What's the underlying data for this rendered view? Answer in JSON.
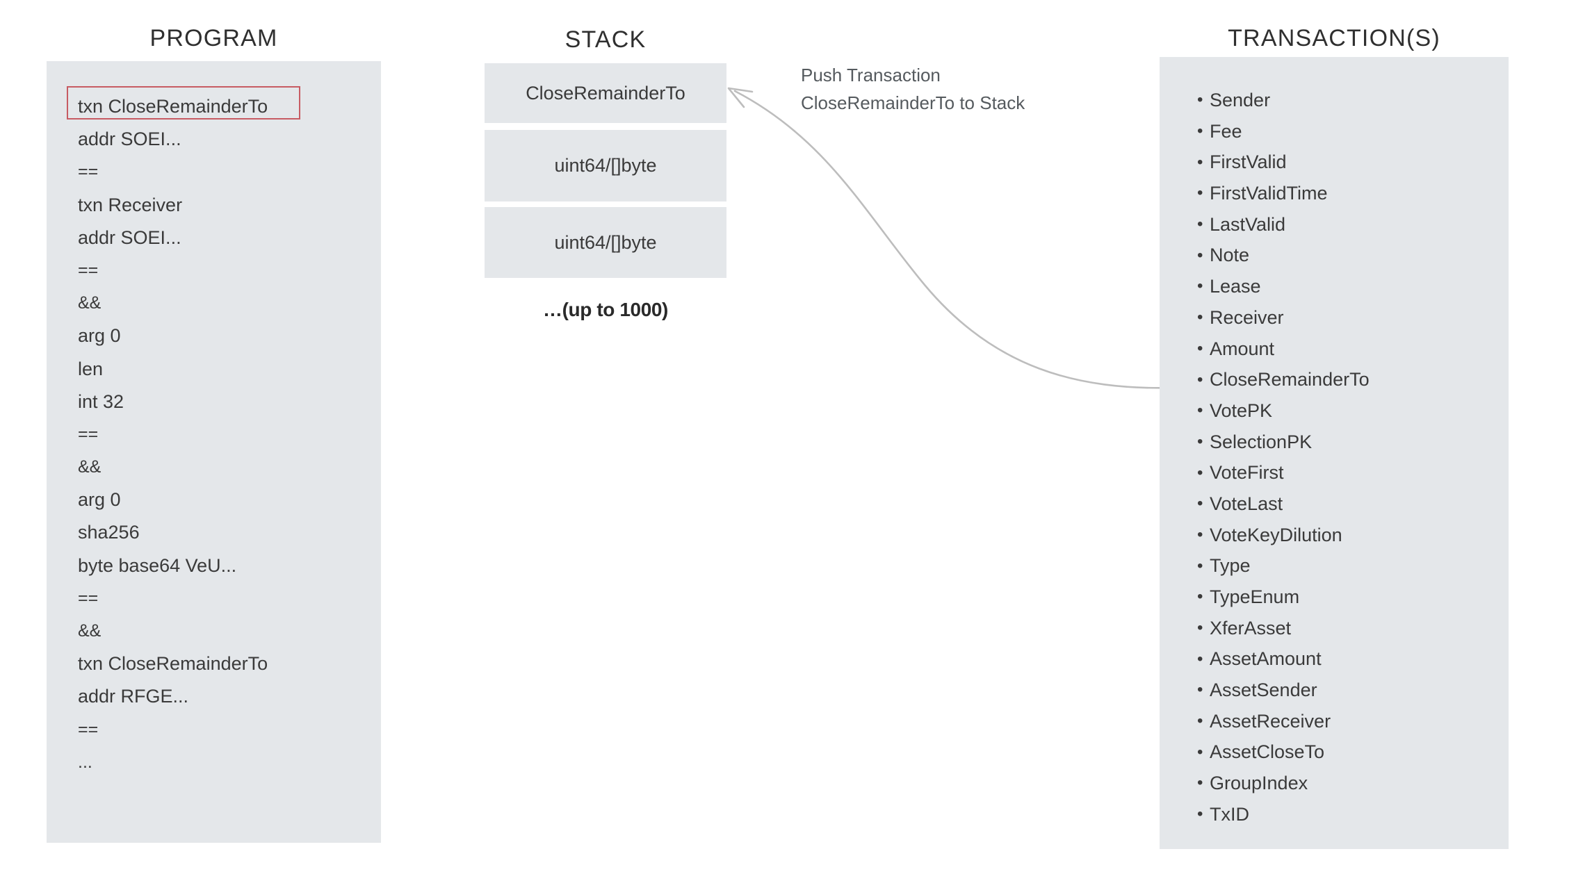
{
  "columns": {
    "program": {
      "header": "PROGRAM",
      "highlighted_line_index": 0,
      "highlight_color": "#c75b63",
      "lines": [
        "txn CloseRemainderTo",
        "addr SOEI...",
        "==",
        "txn Receiver",
        "addr SOEI...",
        "==",
        "&&",
        "arg 0",
        "len",
        "int 32",
        "==",
        "&&",
        "arg 0",
        "sha256",
        "byte base64 VeU...",
        "==",
        "&&",
        "txn CloseRemainderTo",
        "addr RFGE...",
        "==",
        "..."
      ]
    },
    "stack": {
      "header": "STACK",
      "boxes": [
        {
          "label": "CloseRemainderTo"
        },
        {
          "label": "uint64/[]byte"
        },
        {
          "label": "uint64/[]byte"
        }
      ],
      "more_label": "…(up to 1000)"
    },
    "transactions": {
      "header": "TRANSACTION(S)",
      "bullet": "•",
      "fields": [
        "Sender",
        "Fee",
        "FirstValid",
        "FirstValidTime",
        "LastValid",
        "Note",
        "Lease",
        "Receiver",
        "Amount",
        "CloseRemainderTo",
        "VotePK",
        "SelectionPK",
        "VoteFirst",
        "VoteLast",
        "VoteKeyDilution",
        "Type",
        "TypeEnum",
        "XferAsset",
        "AssetAmount",
        "AssetSender",
        "AssetReceiver",
        "AssetCloseTo",
        "GroupIndex",
        "TxID"
      ]
    }
  },
  "annotation": {
    "line1": "Push Transaction",
    "line2": "CloseRemainderTo to Stack"
  },
  "colors": {
    "panel_background": "#e4e7ea",
    "text": "#3a3a3a",
    "annotation_text": "#555a5e",
    "arrow": "#b9b9b9",
    "highlight_border": "#c75b63",
    "page_background": "#ffffff"
  }
}
